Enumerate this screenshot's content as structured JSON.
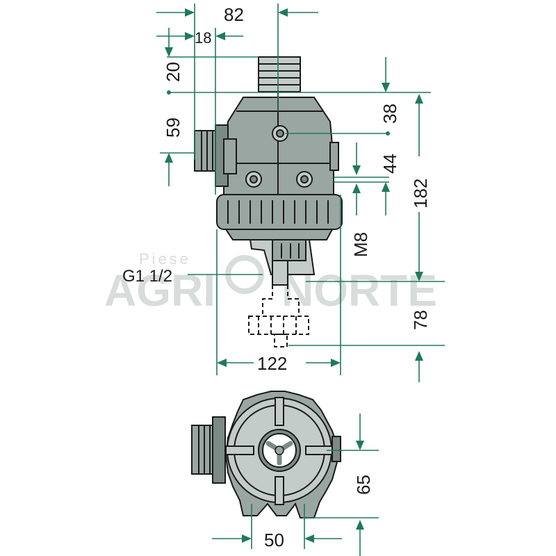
{
  "watermark": {
    "small": "Piese",
    "left": "AGRI",
    "right": "NORTE"
  },
  "dimensions": {
    "d82": "82",
    "d18": "18",
    "d20": "20",
    "d59": "59",
    "d38": "38",
    "d44": "44",
    "d182": "182",
    "m8": "M8",
    "d78": "78",
    "d122": "122",
    "d65": "65",
    "d50": "50"
  },
  "labels": {
    "thread": "G1 1/2"
  }
}
